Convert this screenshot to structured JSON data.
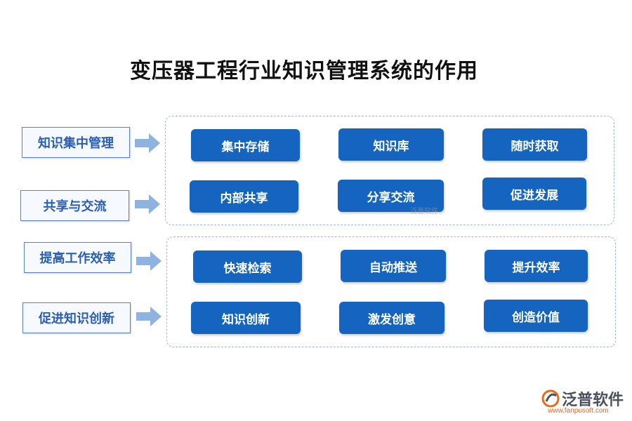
{
  "title": "变压器工程行业知识管理系统的作用",
  "rows": [
    {
      "label": "知识集中管理",
      "items": [
        "集中存储",
        "知识库",
        "随时获取"
      ]
    },
    {
      "label": "共享与交流",
      "items": [
        "内部共享",
        "分享交流",
        "促进发展"
      ]
    },
    {
      "label": "提高工作效率",
      "items": [
        "快速检索",
        "自动推送",
        "提升效率"
      ]
    },
    {
      "label": "促进知识创新",
      "items": [
        "知识创新",
        "激发创意",
        "创造价值"
      ]
    }
  ],
  "watermark": "泛普软件",
  "logo": {
    "name": "泛普软件",
    "url": "www.fanpusoft.com"
  },
  "colors": {
    "button": "#1565c0",
    "label_border": "#5b82c7",
    "label_text": "#2a5eb5",
    "arrow": "#8fb3e0",
    "panel_border": "#9cb8e0"
  }
}
